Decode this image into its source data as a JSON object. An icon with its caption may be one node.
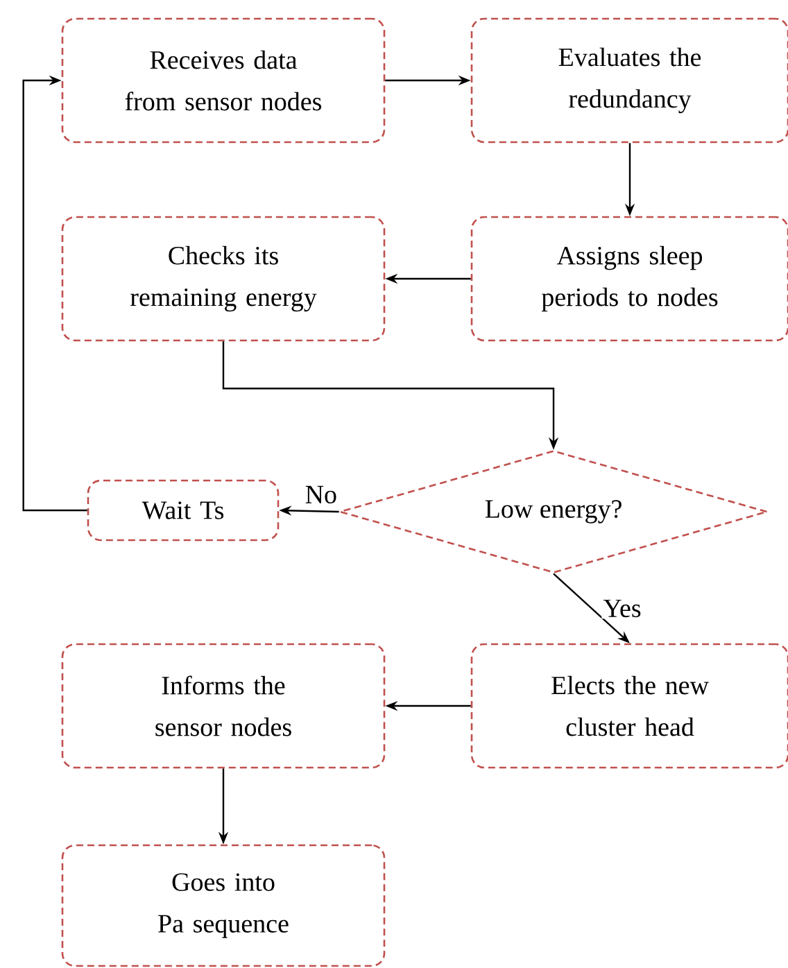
{
  "diagram": {
    "nodes": [
      {
        "text": [
          "Receives data from sensor nodes"
        ]
      },
      {
        "text": [
          "Evaluates the redundancy"
        ]
      },
      {
        "text": [
          "Assigns sleep periods to nodes"
        ]
      },
      {
        "text": [
          "Checks its remaining energy"
        ]
      },
      {
        "text": [
          "Low energy?"
        ]
      },
      {
        "text": [
          "Wait Ts"
        ]
      },
      {
        "text": [
          "Elects the new cluster head"
        ]
      },
      {
        "text": [
          "Informs the sensor nodes"
        ]
      },
      {
        "text": [
          "Goes into Pa sequence"
        ]
      }
    ],
    "edges": [
      {
        "from": 0,
        "to": 1,
        "arrow": "to"
      },
      {
        "from": 1,
        "to": 2,
        "arrow": "to"
      },
      {
        "from": 2,
        "to": 3,
        "arrow": "to"
      },
      {
        "from": 3,
        "to": 4,
        "arrow": "to"
      },
      {
        "from": 4,
        "to": 5,
        "arrow": "to",
        "label": "No"
      },
      {
        "from": 5,
        "to": 0,
        "arrow": "to"
      },
      {
        "from": 4,
        "to": 6,
        "arrow": "to",
        "label": "Yes"
      },
      {
        "from": 6,
        "to": 7,
        "arrow": "to"
      },
      {
        "from": 7,
        "to": 8,
        "arrow": "to"
      }
    ]
  }
}
